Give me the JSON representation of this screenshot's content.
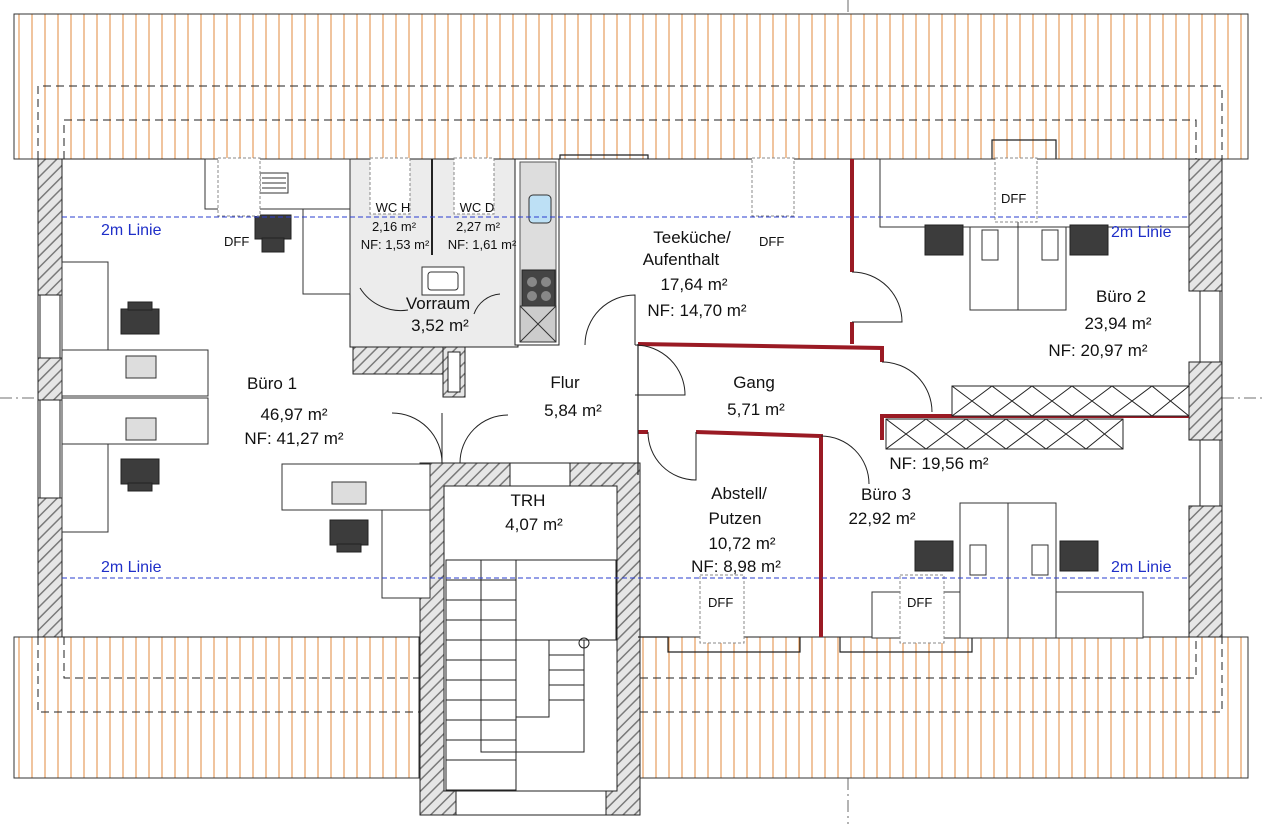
{
  "rooms": [
    {
      "id": "buero1",
      "name": "Büro 1",
      "area": "46,97 m²",
      "nf": "NF: 41,27 m²"
    },
    {
      "id": "wch",
      "name": "WC H",
      "area": "2,16 m²",
      "nf": "NF: 1,53 m²"
    },
    {
      "id": "wcd",
      "name": "WC D",
      "area": "2,27 m²",
      "nf": "NF: 1,61 m²"
    },
    {
      "id": "vorraum",
      "name": "Vorraum",
      "area": "3,52 m²",
      "nf": ""
    },
    {
      "id": "teekueche",
      "name": "Teeküche/",
      "name2": "Aufenthalt",
      "area": "17,64 m²",
      "nf": "NF: 14,70 m²"
    },
    {
      "id": "buero2",
      "name": "Büro 2",
      "area": "23,94 m²",
      "nf": "NF: 20,97 m²"
    },
    {
      "id": "flur",
      "name": "Flur",
      "area": "5,84 m²",
      "nf": ""
    },
    {
      "id": "gang",
      "name": "Gang",
      "area": "5,71 m²",
      "nf": ""
    },
    {
      "id": "trh",
      "name": "TRH",
      "area": "4,07 m²",
      "nf": ""
    },
    {
      "id": "abstell",
      "name": "Abstell/",
      "name2": "Putzen",
      "area": "10,72 m²",
      "nf": "NF: 8,98 m²"
    },
    {
      "id": "buero3",
      "name": "Büro 3",
      "area": "22,92 m²",
      "nf": "NF: 19,56 m²"
    }
  ],
  "line_label": "2m Linie",
  "window_label": "DFF",
  "colors": {
    "roof": "#e08a3c",
    "wall_red": "#9a1a24",
    "wall_hatch": "#8a8a8a",
    "line_blue": "#2a3ccf",
    "grey_fill": "#ececec",
    "furniture_dark": "#3c3c3c"
  }
}
